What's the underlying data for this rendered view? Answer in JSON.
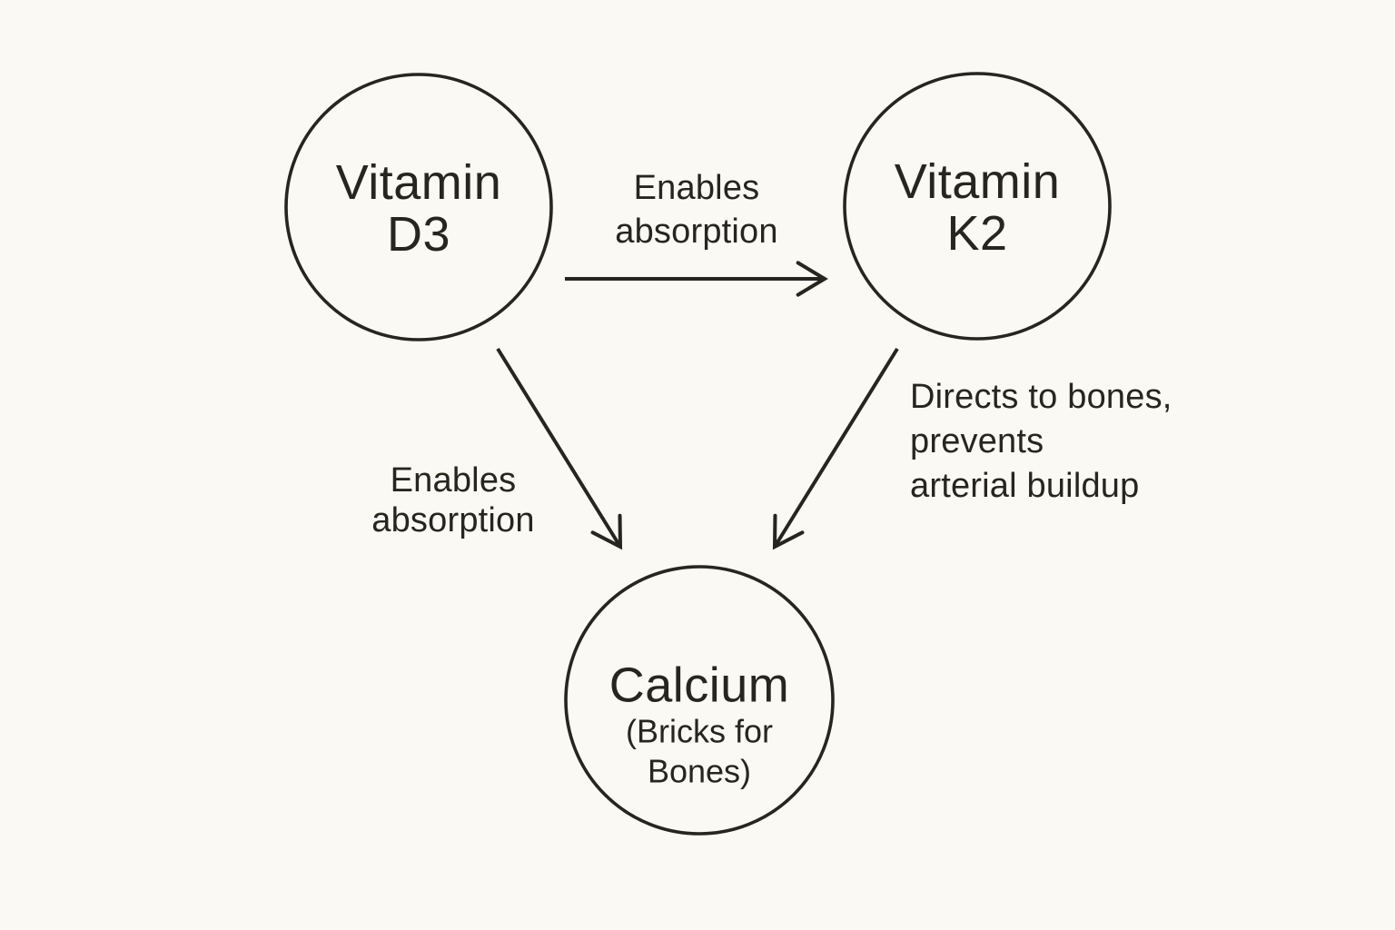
{
  "diagram": {
    "background_color": "#faf9f3",
    "ink_color": "#26251e",
    "nodes": {
      "d3": {
        "lines": [
          "Vitamin",
          "D3"
        ]
      },
      "k2": {
        "lines": [
          "Vitamin",
          "K2"
        ]
      },
      "calcium": {
        "title": "Calcium",
        "subtitle_lines": [
          "(Bricks for",
          "Bones)"
        ]
      }
    },
    "edges": {
      "d3_to_k2": {
        "lines": [
          "Enables",
          "absorption"
        ]
      },
      "d3_to_calcium": {
        "lines": [
          "Enables",
          "absorption"
        ]
      },
      "k2_to_calcium": {
        "lines": [
          "Directs to bones,",
          "prevents",
          "arterial buildup"
        ]
      }
    }
  }
}
